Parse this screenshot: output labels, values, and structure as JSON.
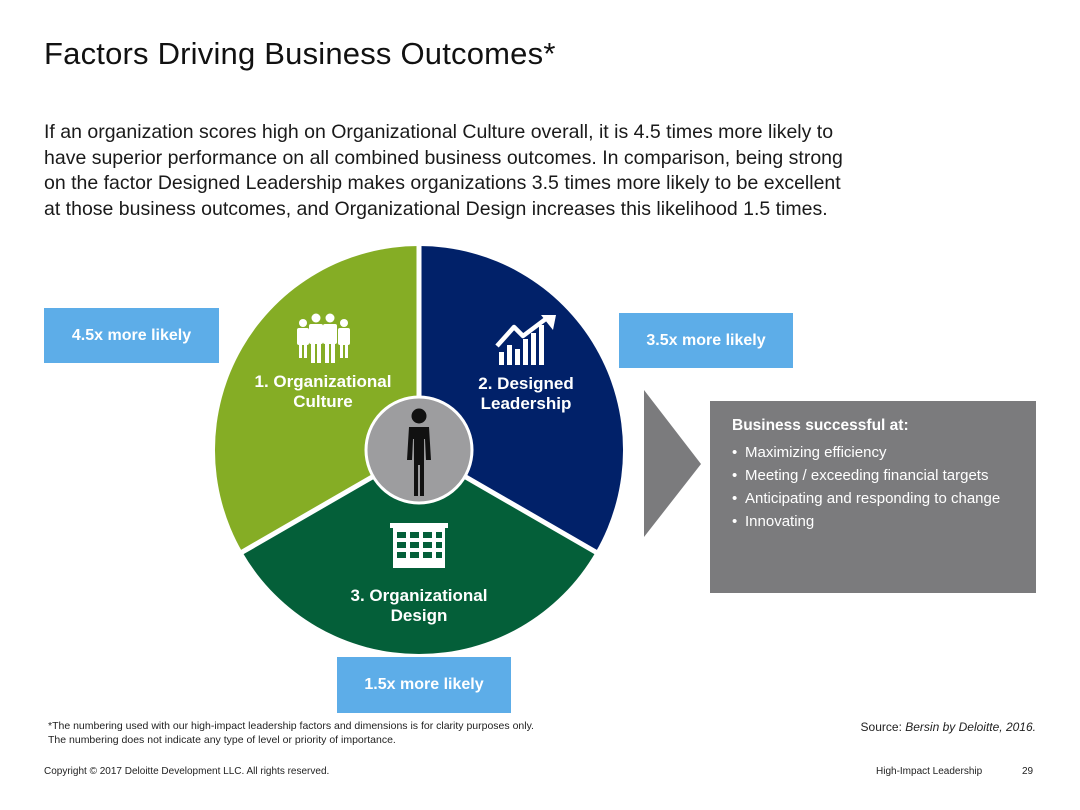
{
  "title": "Factors Driving Business Outcomes*",
  "intro": [
    "If an organization scores high on Organizational Culture overall, it is 4.5 times more likely to",
    "have superior performance on all combined business outcomes. In comparison, being strong",
    "on the factor Designed Leadership makes organizations 3.5 times more likely to be excellent",
    "at those business outcomes, and Organizational Design increases this likelihood 1.5 times."
  ],
  "segments": [
    {
      "label_line1": "1. Organizational",
      "label_line2": "Culture",
      "icon": "people-group-icon",
      "color": "#85ad25"
    },
    {
      "label_line1": "2. Designed",
      "label_line2": "Leadership",
      "icon": "growth-chart-icon",
      "color": "#012169"
    },
    {
      "label_line1": "3. Organizational",
      "label_line2": "Design",
      "icon": "building-icon",
      "color": "#045f39"
    }
  ],
  "center": {
    "icon": "person-icon",
    "color": "#9d9d9f"
  },
  "callouts": {
    "culture": "4.5x more likely",
    "leadership": "3.5x more likely",
    "design": "1.5x more likely",
    "color": "#5dade8"
  },
  "outcomes": {
    "heading": "Business successful at:",
    "items": [
      "Maximizing efficiency",
      "Meeting / exceeding financial targets",
      "Anticipating and responding to change",
      "Innovating"
    ],
    "color": "#7b7b7d"
  },
  "arrow_color": "#7b7b7d",
  "footnote": "*The numbering used with our high-impact leadership factors and dimensions is for clarity purposes only. The numbering does not indicate any type of level or priority of importance.",
  "source_prefix": "Source: ",
  "source_text": "Bersin by Deloitte, 2016.",
  "copyright": "Copyright © 2017 Deloitte Development LLC. All rights reserved.",
  "footer_title": "High-Impact Leadership",
  "page_number": "29"
}
